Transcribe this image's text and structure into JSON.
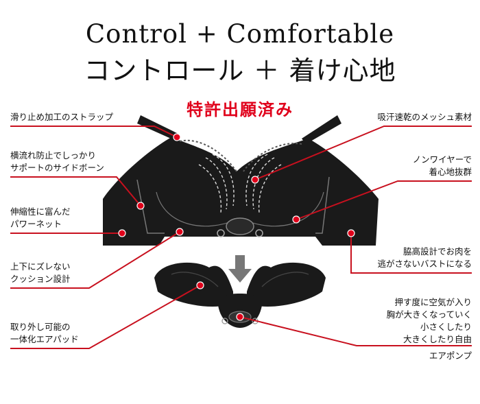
{
  "title_en": "Control + Comfortable",
  "title_ja": "コントロール ＋ 着け心地",
  "patent": "特許出願済み",
  "labels": {
    "strap": "滑り止め加工のストラップ",
    "side_bone_1": "横流れ防止でしっかり",
    "side_bone_2": "サポートのサイドボーン",
    "power_net_1": "伸縮性に富んだ",
    "power_net_2": "パワーネット",
    "cushion_1": "上下にズレない",
    "cushion_2": "クッション設計",
    "pad_1": "取り外し可能の",
    "pad_2": "一体化エアパッド",
    "mesh": "吸汗速乾のメッシュ素材",
    "nonwire_1": "ノンワイヤーで",
    "nonwire_2": "着心地抜群",
    "armpit_1": "脇高設計でお肉を",
    "armpit_2": "逃がさないバストになる",
    "pump_1": "押す度に空気が入り",
    "pump_2": "胸が大きくなっていく",
    "pump_3": "小さくしたり",
    "pump_4": "大きくしたり自由",
    "pump_5": "エアポンプ"
  },
  "colors": {
    "accent": "#e0001b",
    "garment": "#1a1a1a",
    "line": "#c8101e"
  }
}
